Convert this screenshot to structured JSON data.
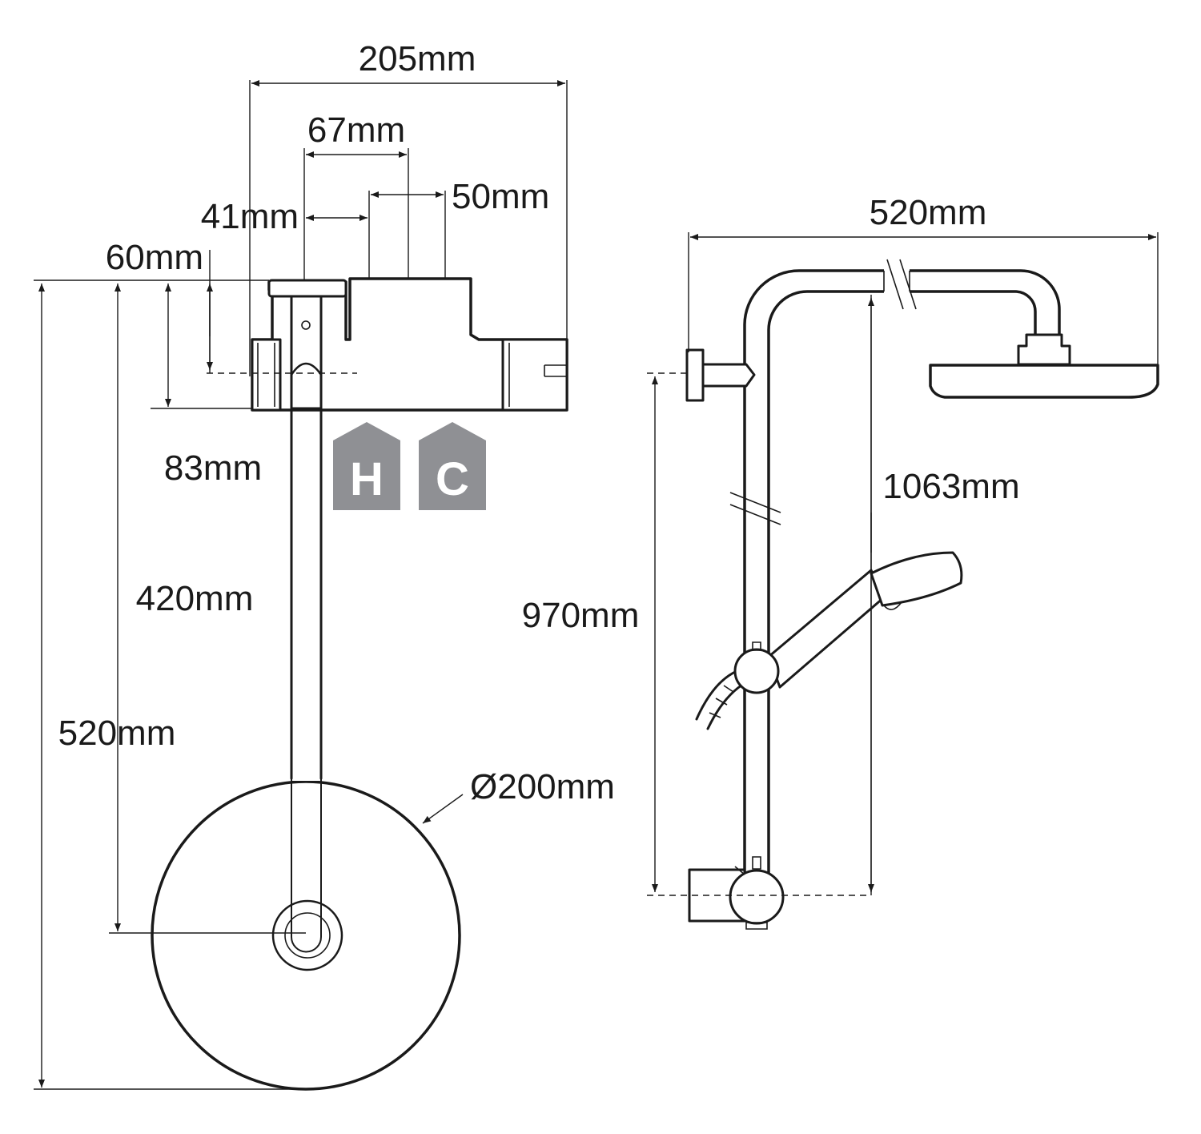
{
  "front_view": {
    "dimensions": {
      "overall_width": "205mm",
      "inlet_centres": "67mm",
      "offset_left": "41mm",
      "offset_right": "50mm",
      "top_height": "60mm",
      "body_height": "83mm",
      "riser_length": "420mm",
      "overall_height": "520mm",
      "head_diameter": "Ø200mm"
    },
    "badges": {
      "hot": "H",
      "cold": "C"
    }
  },
  "side_view": {
    "dimensions": {
      "arm_reach": "520mm",
      "overall_height": "1063mm",
      "rail_height": "970mm"
    }
  },
  "colors": {
    "line": "#1a1a1a",
    "badge": "#8f9094"
  }
}
